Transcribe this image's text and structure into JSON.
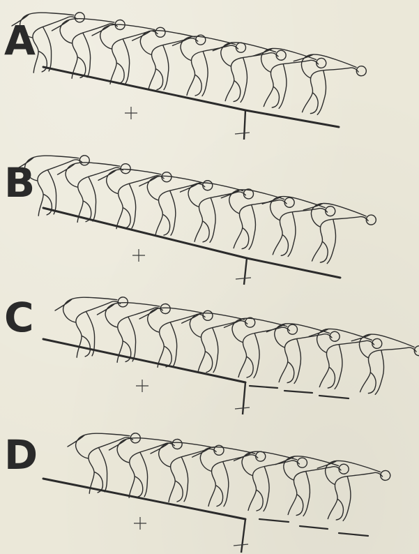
{
  "figure": {
    "panels": [
      {
        "label": "A",
        "frames": 8,
        "ledges": 0
      },
      {
        "label": "B",
        "frames": 8,
        "ledges": 0
      },
      {
        "label": "C",
        "frames": 8,
        "ledges": 3
      },
      {
        "label": "D",
        "frames": 7,
        "ledges": 3
      }
    ]
  },
  "colors": {
    "paper": "#ebe8d9",
    "ink": "#2b2b2b"
  }
}
